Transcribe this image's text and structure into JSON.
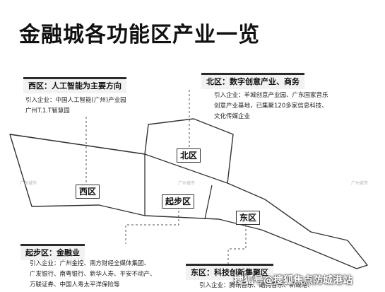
{
  "title": "金融城各功能区产业一览",
  "zones": {
    "west": {
      "tag": "西区：人工智能为主要方向",
      "desc": "引入企业：中国人工智能(广州)产业园\n广州T.1.T智慧园",
      "label": "西区"
    },
    "north": {
      "tag": "北区：数字创意产业、商务",
      "desc": "引入企业：羊城创意产业园、广东国家音乐\n创意产业基地，已集聚120多家信息科技、\n文化传媒企业",
      "label": "北区"
    },
    "start": {
      "tag": "起步区：金融业",
      "desc": "引入企业：广州金控、南方财经全媒体集团、\n广发银行、南粤银行、新华人寿、平安不动产、\n万联证券、中国人寿太平洋保险等",
      "label": "起步区"
    },
    "east": {
      "tag": "东区：科技创新集聚区",
      "desc": "引入企业：腾讯音乐、酷狗音乐、新城港、",
      "label": "东区"
    }
  },
  "watermarks": {
    "small": "广州城市",
    "bottom": "搜狐号@搜狐焦点防城港站"
  }
}
